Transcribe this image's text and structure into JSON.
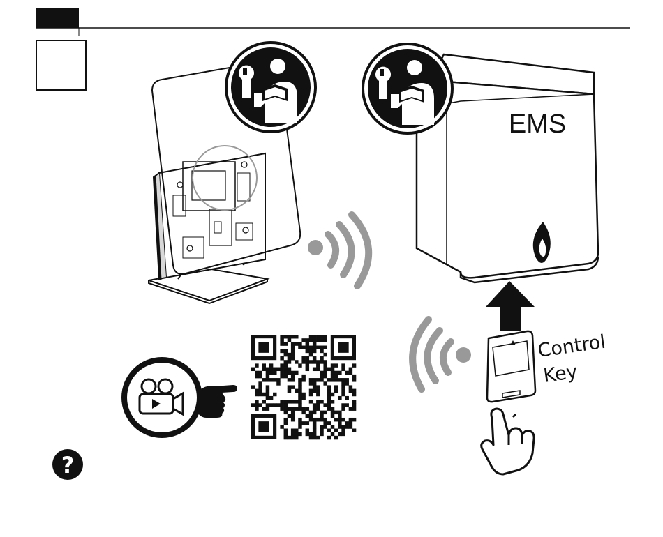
{
  "header": {
    "page_tab_text": "",
    "step_number": ""
  },
  "gateway_device": {
    "icon": "installer-manual-icon"
  },
  "boiler": {
    "label": "EMS",
    "icon": "flame-icon",
    "manual_icon": "installer-manual-icon"
  },
  "control_key": {
    "label_line1": "Control",
    "label_line2": "Key"
  },
  "video": {
    "icon": "video-camera-icon",
    "qr": "qr-code"
  },
  "help": {
    "icon": "question-icon"
  }
}
